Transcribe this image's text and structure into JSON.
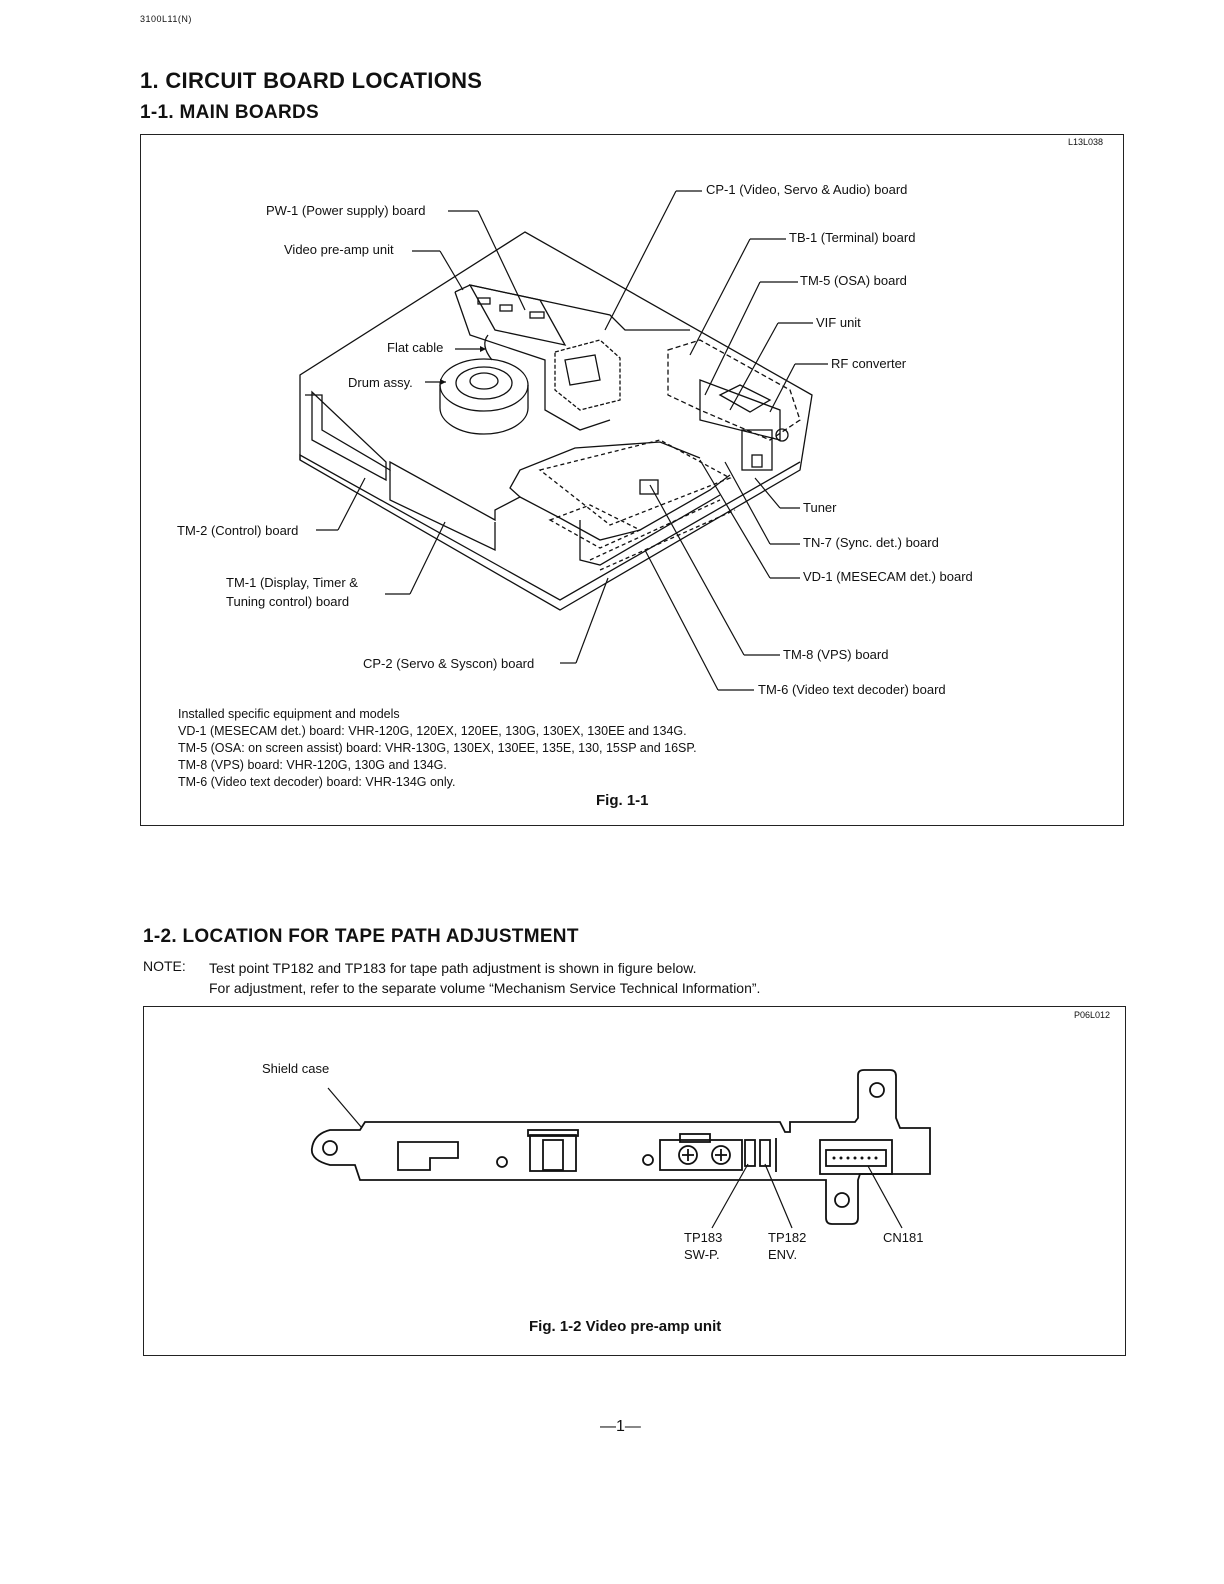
{
  "doc_code": "3100L11(N)",
  "section_title": "1. CIRCUIT BOARD LOCATIONS",
  "subsection_1": {
    "title": "1-1. MAIN BOARDS",
    "figure_code": "L13L038",
    "labels": {
      "pw1": "PW-1 (Power supply) board",
      "preamp": "Video pre-amp unit",
      "flat_cable": "Flat cable",
      "drum": "Drum assy.",
      "tm2": "TM-2 (Control) board",
      "tm1_line1": "TM-1 (Display, Timer &",
      "tm1_line2": "Tuning control) board",
      "cp2": "CP-2 (Servo & Syscon) board",
      "cp1": "CP-1 (Video, Servo & Audio) board",
      "tb1": "TB-1 (Terminal) board",
      "tm5": "TM-5 (OSA) board",
      "vif": "VIF unit",
      "rf": "RF converter",
      "tuner": "Tuner",
      "tn7": "TN-7 (Sync. det.) board",
      "vd1": "VD-1 (MESECAM det.) board",
      "tm8": "TM-8 (VPS) board",
      "tm6": "TM-6 (Video text decoder) board"
    },
    "notes": [
      "Installed specific equipment and models",
      "VD-1 (MESECAM det.) board: VHR-120G, 120EX, 120EE, 130G, 130EX, 130EE and 134G.",
      "TM-5 (OSA: on screen assist) board: VHR-130G, 130EX, 130EE, 135E, 130, 15SP and 16SP.",
      "TM-8 (VPS) board: VHR-120G, 130G and 134G.",
      "TM-6 (Video text decoder) board: VHR-134G only."
    ],
    "caption": "Fig. 1-1"
  },
  "subsection_2": {
    "title": "1-2. LOCATION FOR TAPE PATH ADJUSTMENT",
    "note_label": "NOTE:",
    "note_line1": "Test point TP182 and TP183 for tape path adjustment is shown in figure below.",
    "note_line2": "For adjustment, refer to the separate volume “Mechanism Service Technical Information”.",
    "figure_code": "P06L012",
    "labels": {
      "shield": "Shield case",
      "tp183": "TP183",
      "tp183_sub": "SW-P.",
      "tp182": "TP182",
      "tp182_sub": "ENV.",
      "cn181": "CN181"
    },
    "caption": "Fig. 1-2 Video pre-amp unit"
  },
  "page_number": "—1—"
}
